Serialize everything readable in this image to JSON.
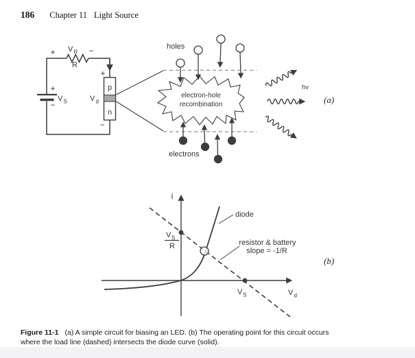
{
  "colors": {
    "ink": "#3d3d3d",
    "junction_fill": "#a8a8a8",
    "dashed_gray": "#8f8f8f",
    "page_background": "#ffffff",
    "footer_strip": "#f3f3f5"
  },
  "header": {
    "page_number": "186",
    "chapter": "Chapter 11",
    "section_title": "Light Source"
  },
  "figure_a": {
    "panel_label": "(a)",
    "circuit": {
      "plus": "+",
      "minus": "−",
      "v_base": "V",
      "vr_sub": "R",
      "vs_sub": "S",
      "vd_sub": "d",
      "resistor_name": "R",
      "p_region": "p",
      "n_region": "n"
    },
    "recombination": {
      "holes_label": "holes",
      "electrons_label": "electrons",
      "cloud_line1": "electron-hole",
      "cloud_line2": "recombination",
      "photon_label": "hv"
    }
  },
  "figure_b": {
    "panel_label": "(b)",
    "current_axis_label": "i",
    "voltage_axis": {
      "base": "V",
      "sub": "d"
    },
    "diode_curve_label": "diode",
    "load_line_label_line1": "resistor & battery",
    "load_line_label_line2": "slope = -1/R",
    "y_intercept": {
      "base": "V",
      "sub": "S",
      "denominator": "R"
    },
    "x_intercept": {
      "base": "V",
      "sub": "S"
    }
  },
  "caption": {
    "figure_label": "Figure 11-1",
    "line1": "(a) A simple circuit for biasing an LED. (b) The operating point for this circuit occurs",
    "line2": "where the load line (dashed) intersects the diode curve (solid)."
  }
}
